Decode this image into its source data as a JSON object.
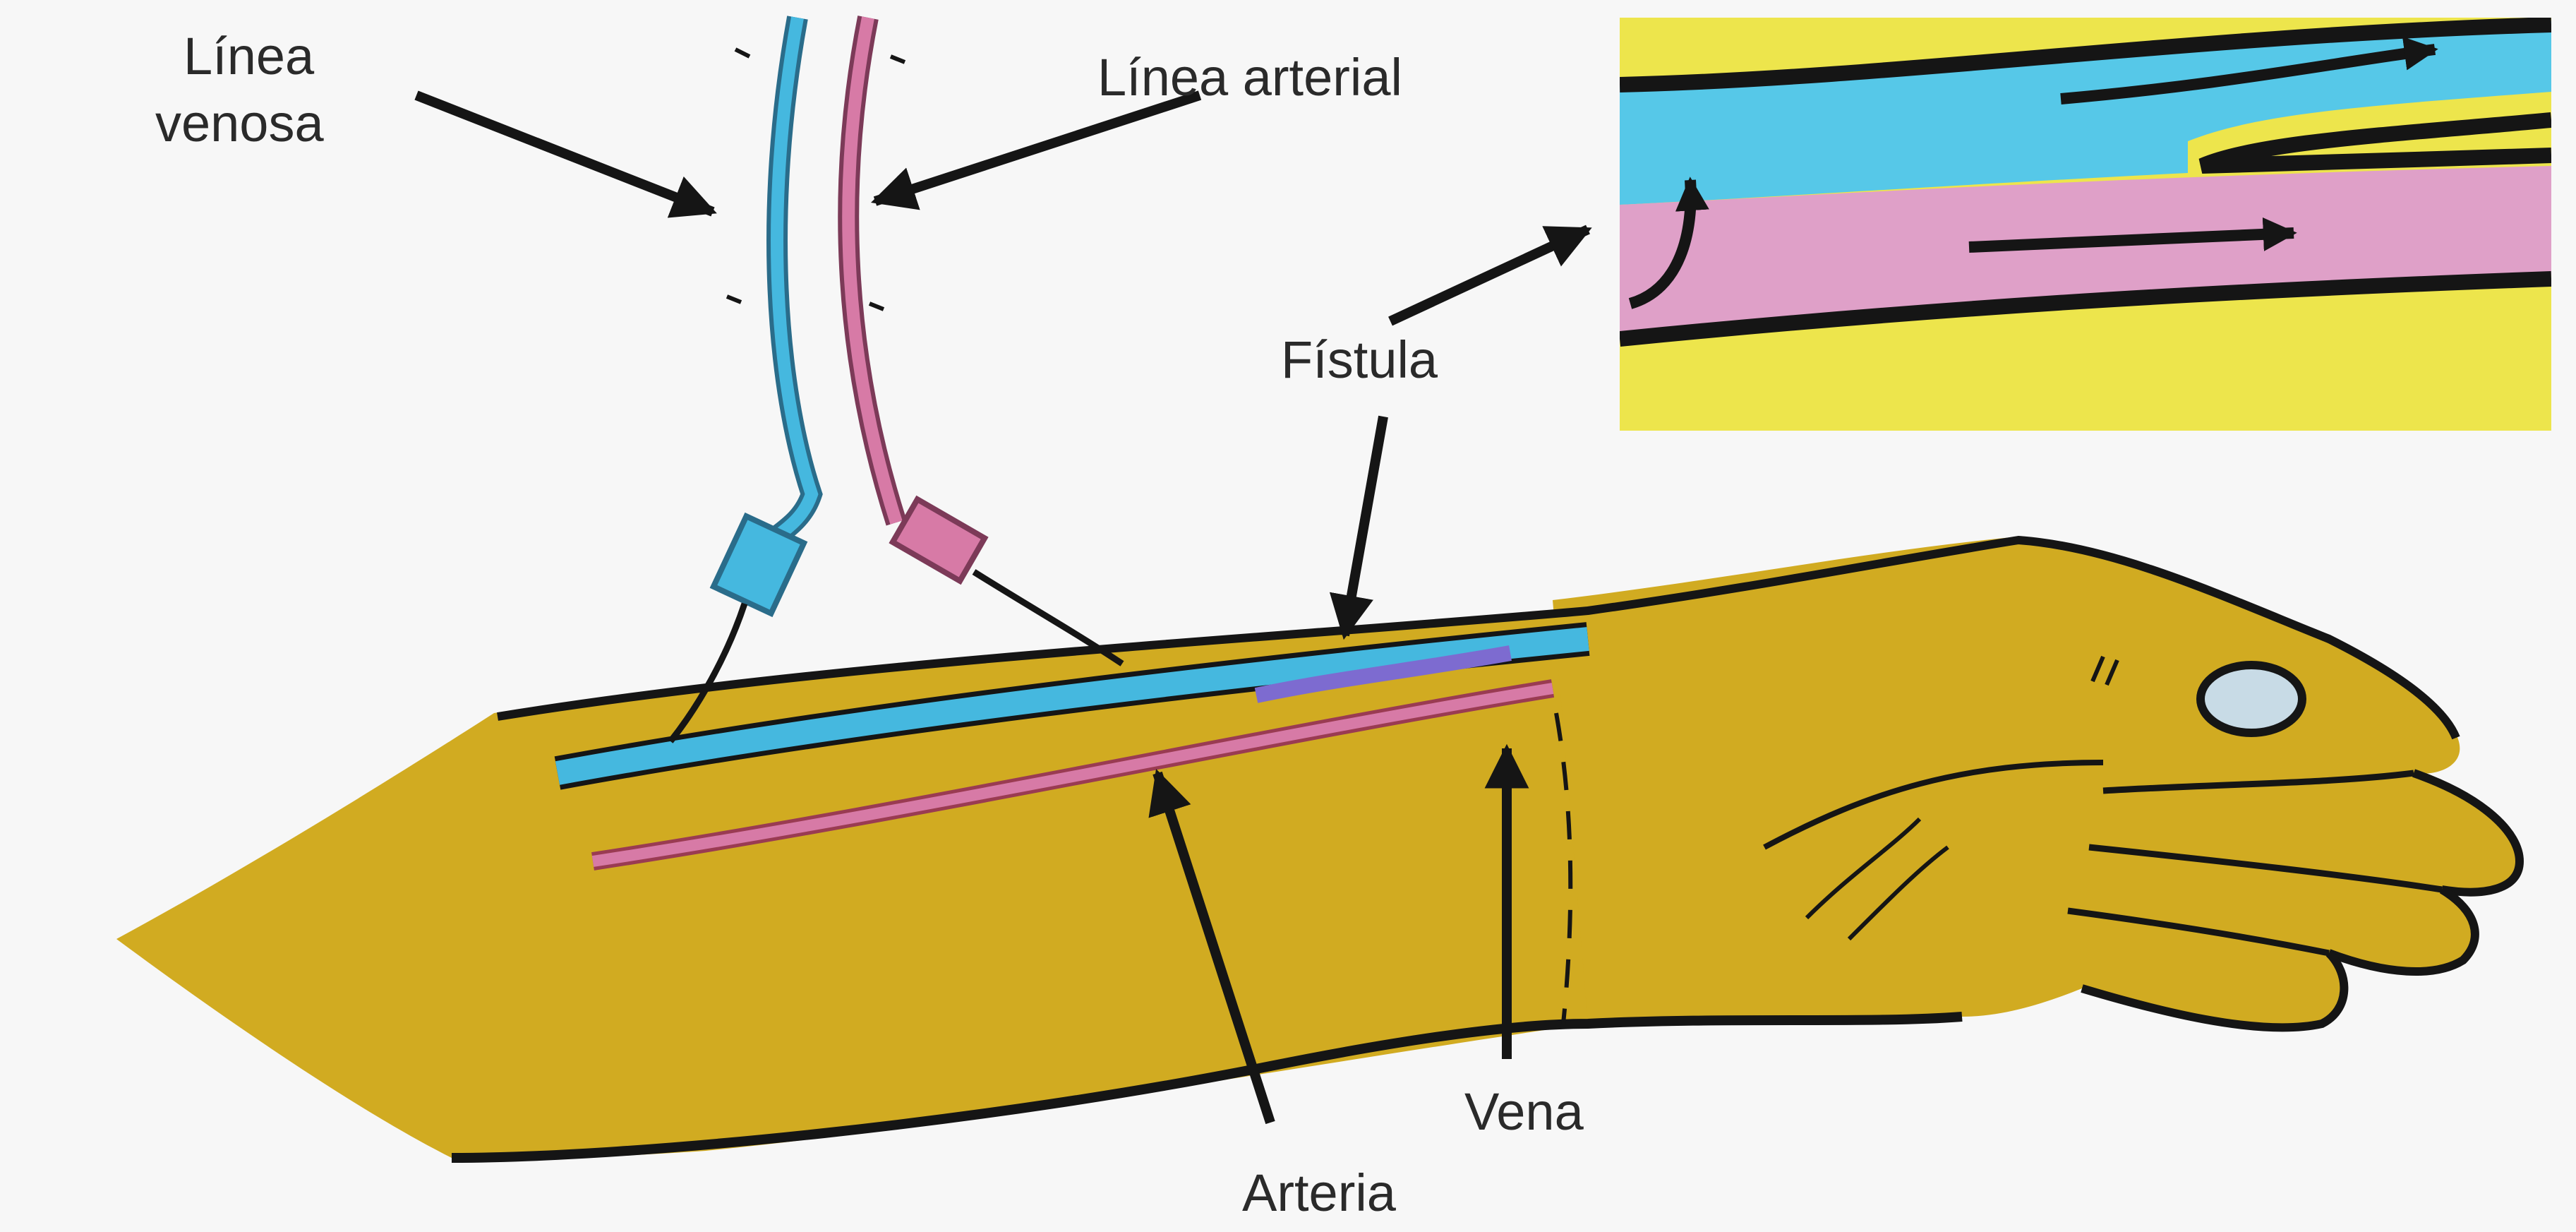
{
  "labels": {
    "venous_line_1": "Línea",
    "venous_line_2": "venosa",
    "arterial_line": "Línea arterial",
    "fistula": "Fístula",
    "vein": "Vena",
    "artery": "Arteria"
  },
  "colors": {
    "skin": "#d1ab21",
    "vein": "#45b8df",
    "artery": "#d77aa6",
    "inset_yellow": "#ede54c",
    "inset_blue": "#56c8e8",
    "inset_pink": "#dfa0c8",
    "outline": "#151515",
    "background": "#f7f7f7"
  }
}
